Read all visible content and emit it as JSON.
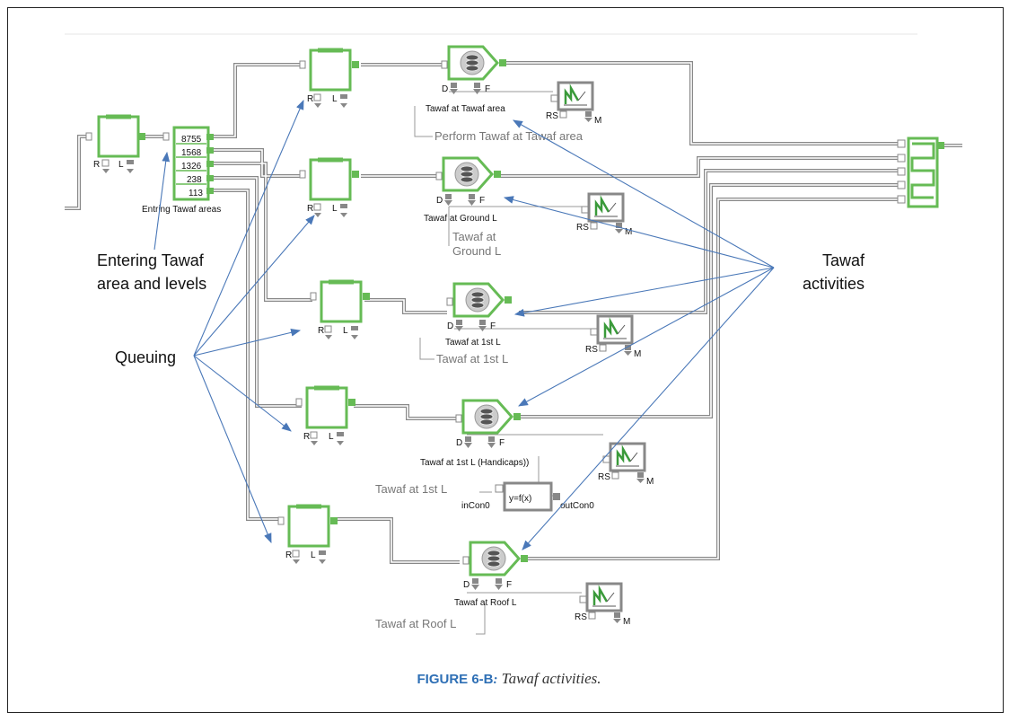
{
  "caption": {
    "label": "FIGURE 6-B",
    "colon": ":",
    "text": "Tawaf activities."
  },
  "annotations": {
    "entering_line1": "Entering Tawaf",
    "entering_line2": "area and levels",
    "queuing": "Queuing",
    "activities_line1": "Tawaf",
    "activities_line2": "activities"
  },
  "source_block": {
    "r": "R",
    "l": "L"
  },
  "selector": {
    "label": "Entring Tawaf areas",
    "outputs": [
      "8755",
      "1568",
      "1326",
      "238",
      "113"
    ]
  },
  "queue_labels": {
    "r": "R",
    "l": "L"
  },
  "delay_labels": {
    "d": "D",
    "f": "F"
  },
  "chart_labels": {
    "rs": "RS",
    "m": "M"
  },
  "activities": [
    {
      "name": "Tawaf at Tawaf area",
      "caption": "Perform Tawaf at Tawaf area"
    },
    {
      "name": "Tawaf at Ground L",
      "caption_line1": "Tawaf at",
      "caption_line2": "Ground L"
    },
    {
      "name": "Tawaf at 1st L",
      "caption": "Tawaf at 1st L"
    },
    {
      "name": "Tawaf at 1st L (Handicaps))",
      "caption": "Tawaf at 1st L"
    },
    {
      "name": "Tawaf at Roof L",
      "caption": "Tawaf at Roof L"
    }
  ],
  "function_block": {
    "label": "y=f(x)",
    "in": "inCon0",
    "out": "outCon0"
  },
  "colors": {
    "block": "#66bb55",
    "arrow": "#4a78b8",
    "line": "#888888"
  }
}
